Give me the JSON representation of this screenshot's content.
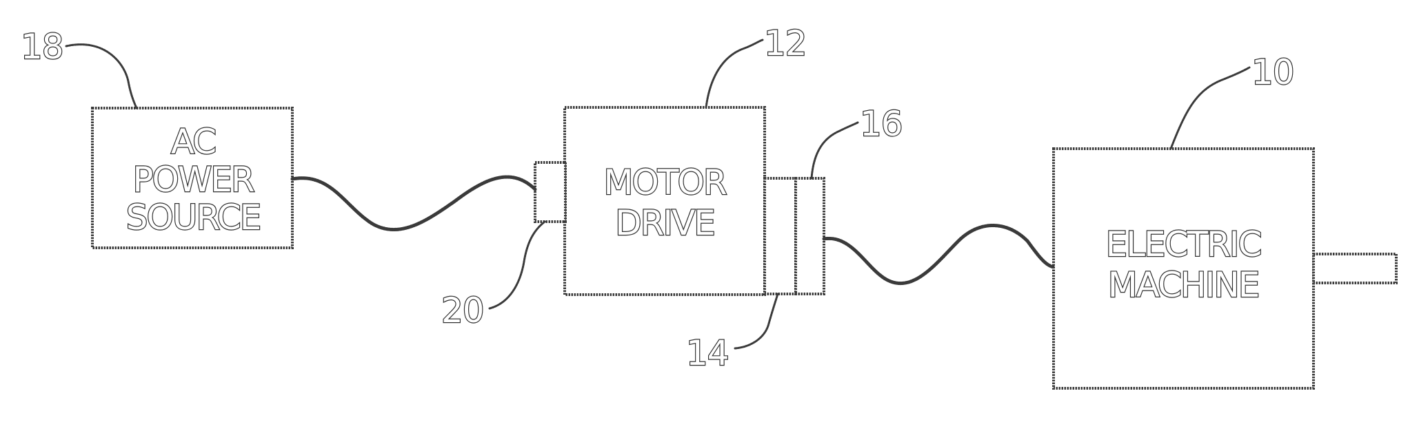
{
  "blocks": {
    "ac_power_source": {
      "line1": "AC",
      "line2": "POWER",
      "line3": "SOURCE",
      "ref": "18"
    },
    "motor_drive": {
      "line1": "MOTOR",
      "line2": "DRIVE",
      "ref": "12"
    },
    "electric_machine": {
      "line1": "ELECTRIC",
      "line2": "MACHINE",
      "ref": "10"
    }
  },
  "connectors": {
    "input_connector": {
      "ref": "20"
    },
    "output_connector_inner": {
      "ref": "14"
    },
    "output_connector_outer": {
      "ref": "16"
    }
  }
}
